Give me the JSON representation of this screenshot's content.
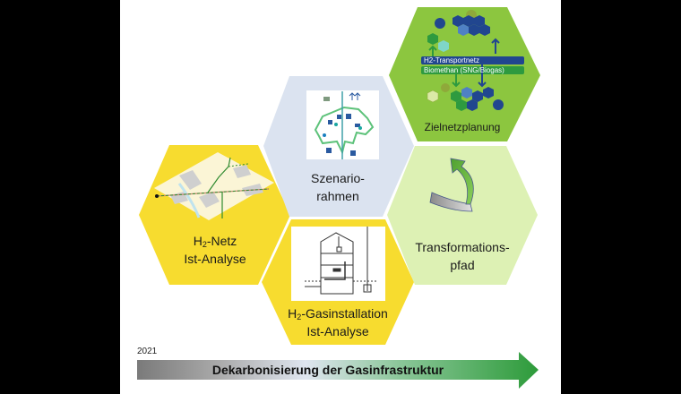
{
  "diagram": {
    "colors": {
      "yellow_hex": "#f7dc2f",
      "blue_hex": "#dbe3f0",
      "light_green_hex": "#ddf1b4",
      "green_hex": "#8cc63f",
      "arrow_start": "#7a7a7a",
      "arrow_mid": "#dfe5ef",
      "arrow_end": "#2d9b3a"
    },
    "hexagons": [
      {
        "id": "h2-netz",
        "line1_main": "H",
        "line1_sub": "2",
        "line1_rest": "-Netz",
        "line2": "Ist-Analyse",
        "icon": "network-map-icon"
      },
      {
        "id": "szenariorahmen",
        "line1": "Szenario-",
        "line2": "rahmen",
        "icon": "scenario-map-icon"
      },
      {
        "id": "gasinstallation",
        "line1_main": "H",
        "line1_sub": "2",
        "line1_rest": "-Gasinstallation",
        "line2": "Ist-Analyse",
        "icon": "house-installation-icon"
      },
      {
        "id": "zielnetzplanung",
        "label": "Zielnetzplanung",
        "icon": "target-network-icon",
        "pipes": [
          "H2-Transportnetz",
          "Biomethan (SNG/Biogas)"
        ]
      },
      {
        "id": "transformationspfad",
        "line1": "Transformations-",
        "line2": "pfad",
        "icon": "curved-arrow-icon"
      }
    ],
    "timeline": {
      "year": "2021",
      "label": "Dekarbonisierung der Gasinfrastruktur"
    }
  }
}
